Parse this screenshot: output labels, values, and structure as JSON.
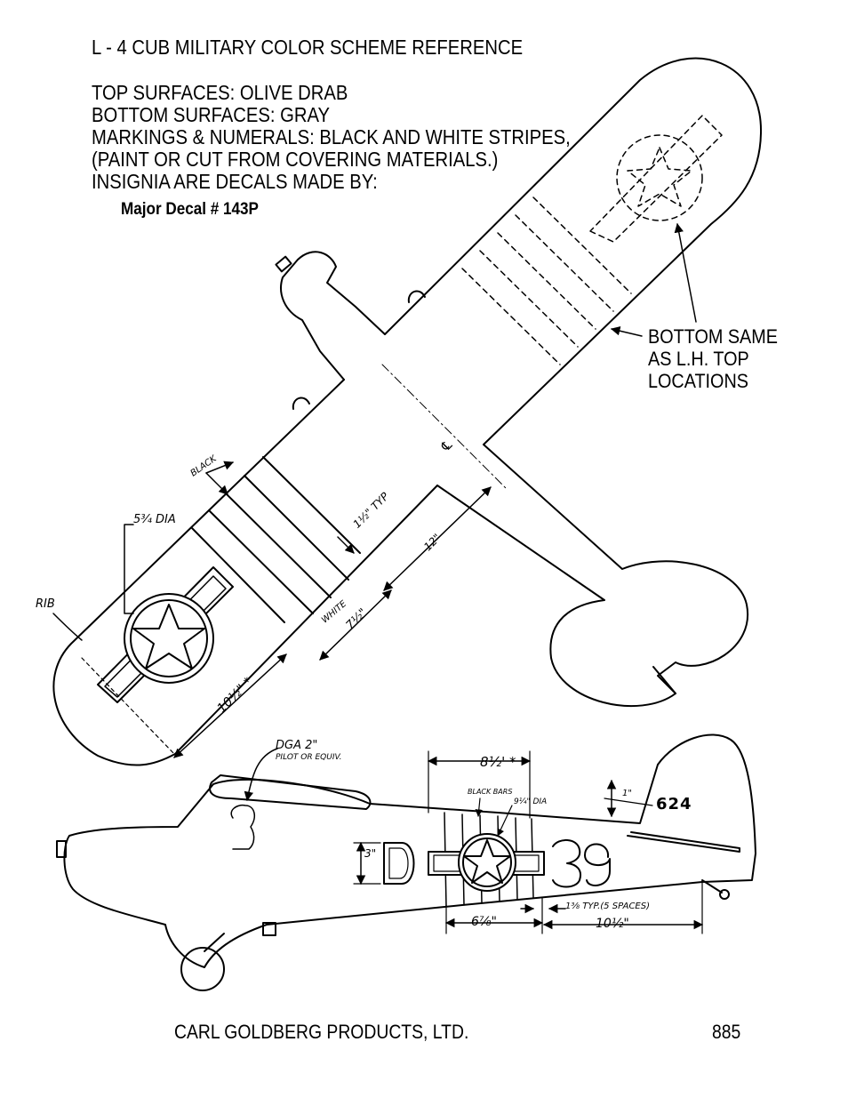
{
  "header": {
    "title": "L - 4 CUB MILITARY COLOR SCHEME REFERENCE"
  },
  "specs": {
    "top_surfaces": "TOP SURFACES: OLIVE DRAB",
    "bottom_surfaces": "BOTTOM SURFACES: GRAY",
    "markings": "MARKINGS & NUMERALS: BLACK AND WHITE STRIPES,",
    "markings_note": "(PAINT OR CUT FROM COVERING MATERIALS.)",
    "insignia": "INSIGNIA ARE DECALS MADE BY:",
    "decal_source": "Major Decal # 143P"
  },
  "callout": {
    "line1": "BOTTOM SAME",
    "line2": "AS L.H. TOP",
    "line3": "LOCATIONS"
  },
  "wing_annotations": {
    "black": "BLACK",
    "dia": "5¾ DIA",
    "rib": "RIB",
    "typ": "1½\" TYP",
    "twelve": "12\"",
    "white": "WHITE",
    "seven_half": "7½\"",
    "ten_half": "10½\" *",
    "centerline": "℄"
  },
  "fuselage_annotations": {
    "pilot_line1": "DGA 2\"",
    "pilot_line2": "PILOT OR EQUIV.",
    "eight_half": "8½' *",
    "black_bars": "BLACK BARS",
    "dia_94": "9¼\" DIA",
    "one_inch": "1\"",
    "tail_number": "624",
    "three_inch": "3\"",
    "letter": "D",
    "number": "39",
    "six_78": "6⅞\"",
    "one_38": "1⅜ TYP.(5 SPACES)",
    "ten_half": "10½\""
  },
  "footer": {
    "company": "CARL GOLDBERG PRODUCTS, LTD.",
    "page_number": "885"
  }
}
